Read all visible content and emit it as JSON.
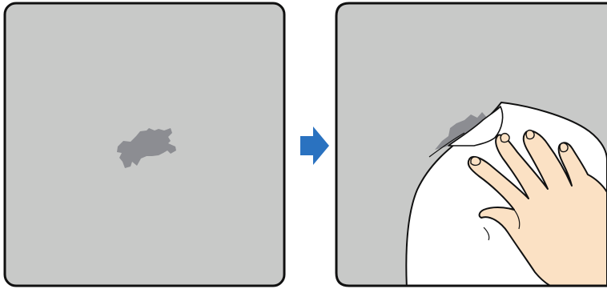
{
  "illustration": {
    "panels": [
      {
        "id": "before",
        "description_visible": "",
        "shows": "surface-with-smudge"
      },
      {
        "id": "after",
        "description_visible": "",
        "shows": "hand-wiping-with-cloth"
      }
    ],
    "icons": {
      "arrow": "arrow-right-icon",
      "hand": "hand-icon",
      "cloth": "cloth-icon",
      "smudge": "smudge-icon"
    },
    "colors": {
      "surface": "#c8c9c8",
      "border": "#111111",
      "smudge": "#8c8d92",
      "arrow": "#2a72c0",
      "cloth": "#ffffff",
      "skin": "#fbe1c4",
      "outline": "#111111"
    }
  }
}
